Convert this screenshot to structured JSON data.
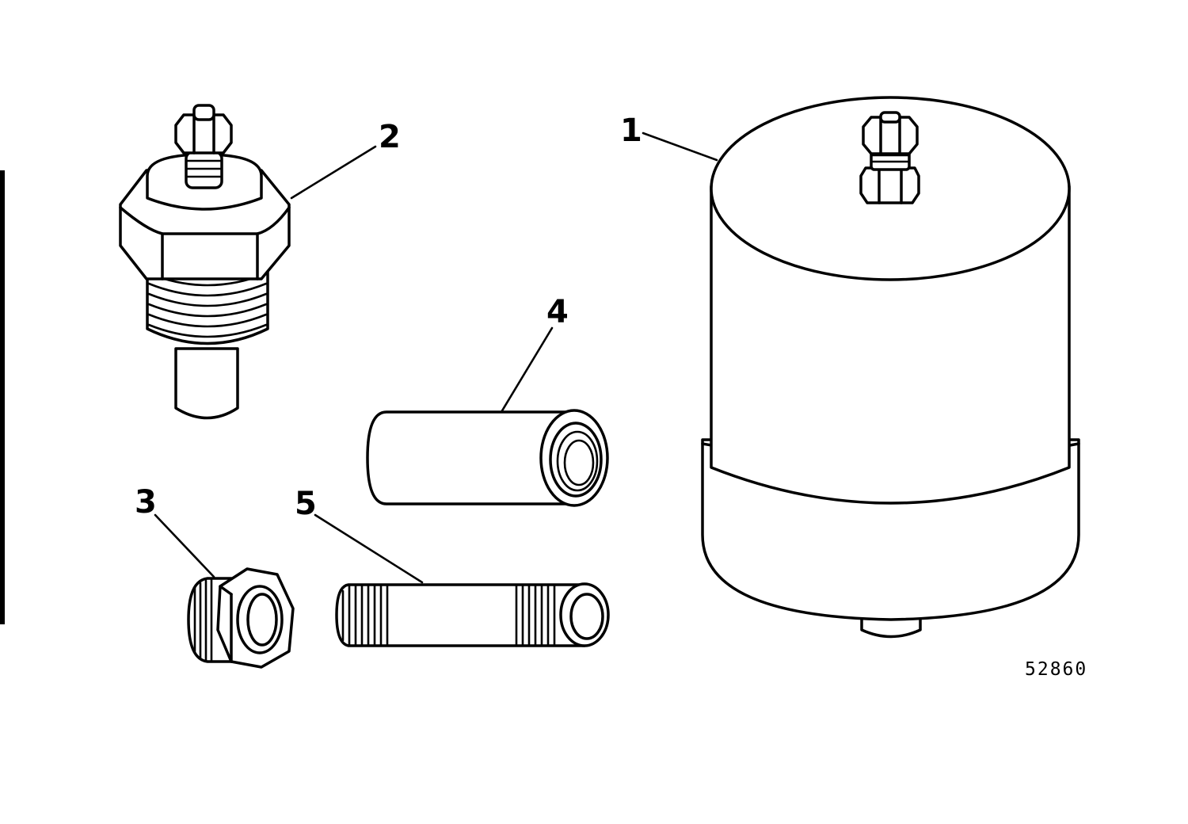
{
  "callouts": {
    "c1": "1",
    "c2": "2",
    "c3": "3",
    "c4": "4",
    "c5": "5"
  },
  "figure_number": "52860"
}
